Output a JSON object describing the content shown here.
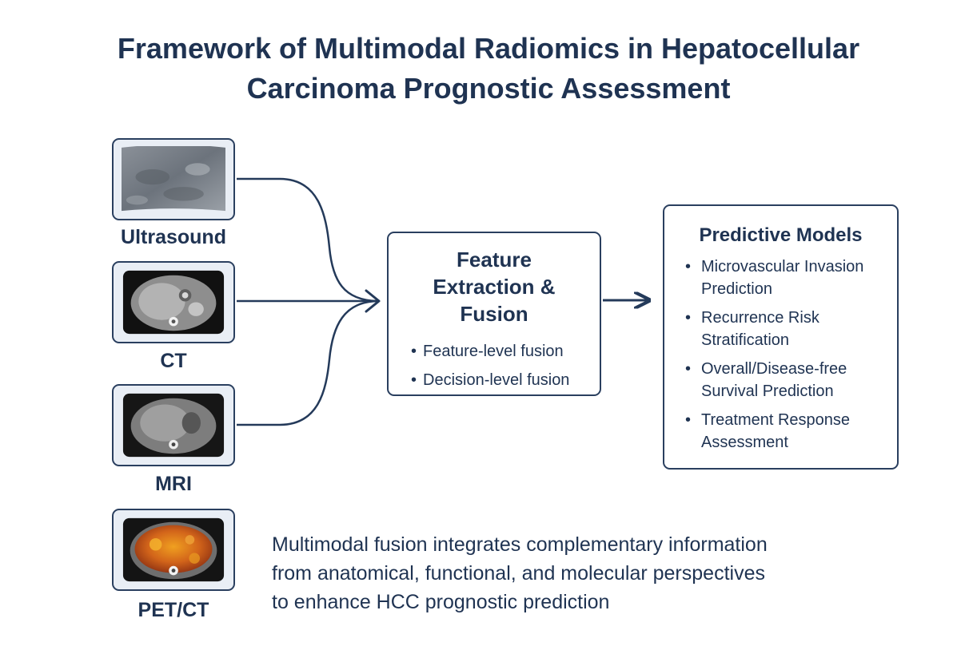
{
  "title": {
    "line1": "Framework of Multimodal Radiomics in Hepatocellular",
    "line2": "Carcinoma Prognostic Assessment"
  },
  "modalities": [
    {
      "label": "Ultrasound",
      "icon": "ultrasound-image"
    },
    {
      "label": "CT",
      "icon": "ct-scan-image"
    },
    {
      "label": "MRI",
      "icon": "mri-scan-image"
    },
    {
      "label": "PET/CT",
      "icon": "pet-ct-scan-image"
    }
  ],
  "fusion": {
    "title_lines": [
      "Feature",
      "Extraction &",
      "Fusion"
    ],
    "items": [
      "Feature-level fusion",
      "Decision-level fusion"
    ]
  },
  "models": {
    "title": "Predictive Models",
    "items": [
      "Microvascular Invasion Prediction",
      "Recurrence Risk Stratification",
      "Overall/Disease-free Survival Prediction",
      "Treatment Response Assessment"
    ]
  },
  "footnote": {
    "lines": [
      "Multimodal fusion integrates complementary information",
      "from anatomical, functional, and molecular perspectives",
      "to enhance HCC prognostic prediction"
    ]
  },
  "colors": {
    "text": "#1f3352",
    "border": "#2a3f5f",
    "connector": "#243a5a",
    "card_background": "#e9eef5"
  }
}
